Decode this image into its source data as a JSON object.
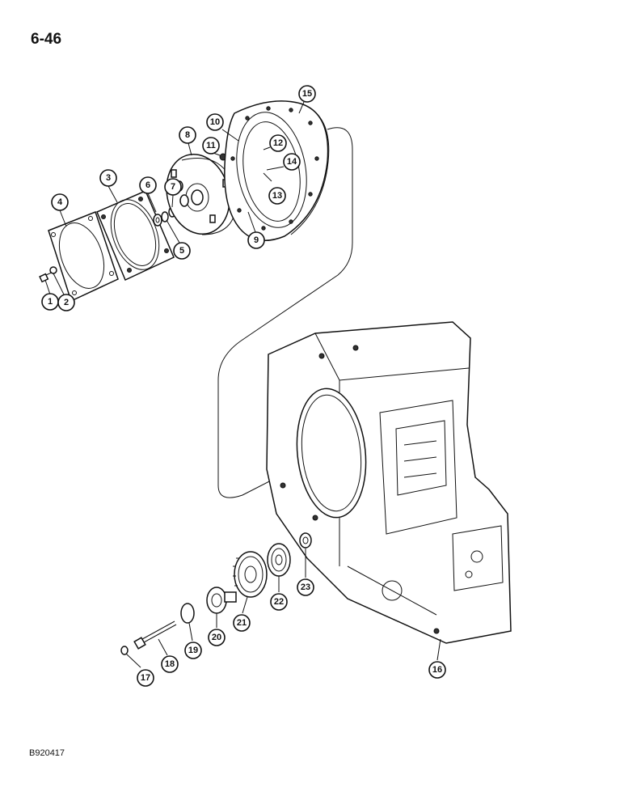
{
  "page": {
    "number": "6-46",
    "figure_code": "B920417"
  },
  "callouts": {
    "c1": "1",
    "c2": "2",
    "c3": "3",
    "c4": "4",
    "c5": "5",
    "c6": "6",
    "c7": "7",
    "c8": "8",
    "c9": "9",
    "c10": "10",
    "c11": "11",
    "c12": "12",
    "c13": "13",
    "c14": "14",
    "c15": "15",
    "c16": "16",
    "c17": "17",
    "c18": "18",
    "c19": "19",
    "c20": "20",
    "c21": "21",
    "c22": "22",
    "c23": "23"
  }
}
